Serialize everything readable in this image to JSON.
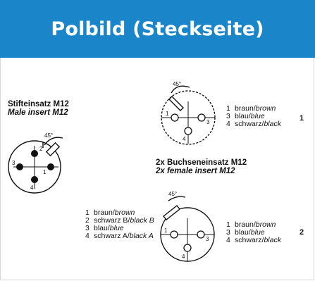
{
  "header": {
    "title": "Polbild (Steckseite)"
  },
  "male": {
    "title_de": "Stifteinsatz M12",
    "title_en": "Male insert M12",
    "angle": "45°",
    "pin_labels": [
      "1",
      "2",
      "3",
      "4"
    ],
    "legend": [
      {
        "num": "1",
        "de": "braun/",
        "en": "brown"
      },
      {
        "num": "2",
        "de": "schwarz B/",
        "en": "black B"
      },
      {
        "num": "3",
        "de": "blau/",
        "en": "blue"
      },
      {
        "num": "4",
        "de": "schwarz A/",
        "en": "black A"
      }
    ]
  },
  "female_title": {
    "title_de": "2x Buchseneinsatz M12",
    "title_en": "2x female insert M12"
  },
  "female1": {
    "angle": "45°",
    "pin_labels": [
      "1",
      "3",
      "4"
    ],
    "tag": "1",
    "legend": [
      {
        "num": "1",
        "de": "braun/",
        "en": "brown"
      },
      {
        "num": "3",
        "de": "blau/",
        "en": "blue"
      },
      {
        "num": "4",
        "de": "schwarz/",
        "en": "black"
      }
    ]
  },
  "female2": {
    "angle": "45°",
    "pin_labels": [
      "1",
      "3",
      "4"
    ],
    "tag": "2",
    "legend": [
      {
        "num": "1",
        "de": "braun/",
        "en": "brown"
      },
      {
        "num": "3",
        "de": "blau/",
        "en": "blue"
      },
      {
        "num": "4",
        "de": "schwarz/",
        "en": "black"
      }
    ]
  },
  "colors": {
    "banner": "#1a86c9",
    "banner_text": "#ffffff",
    "line": "#111111"
  }
}
